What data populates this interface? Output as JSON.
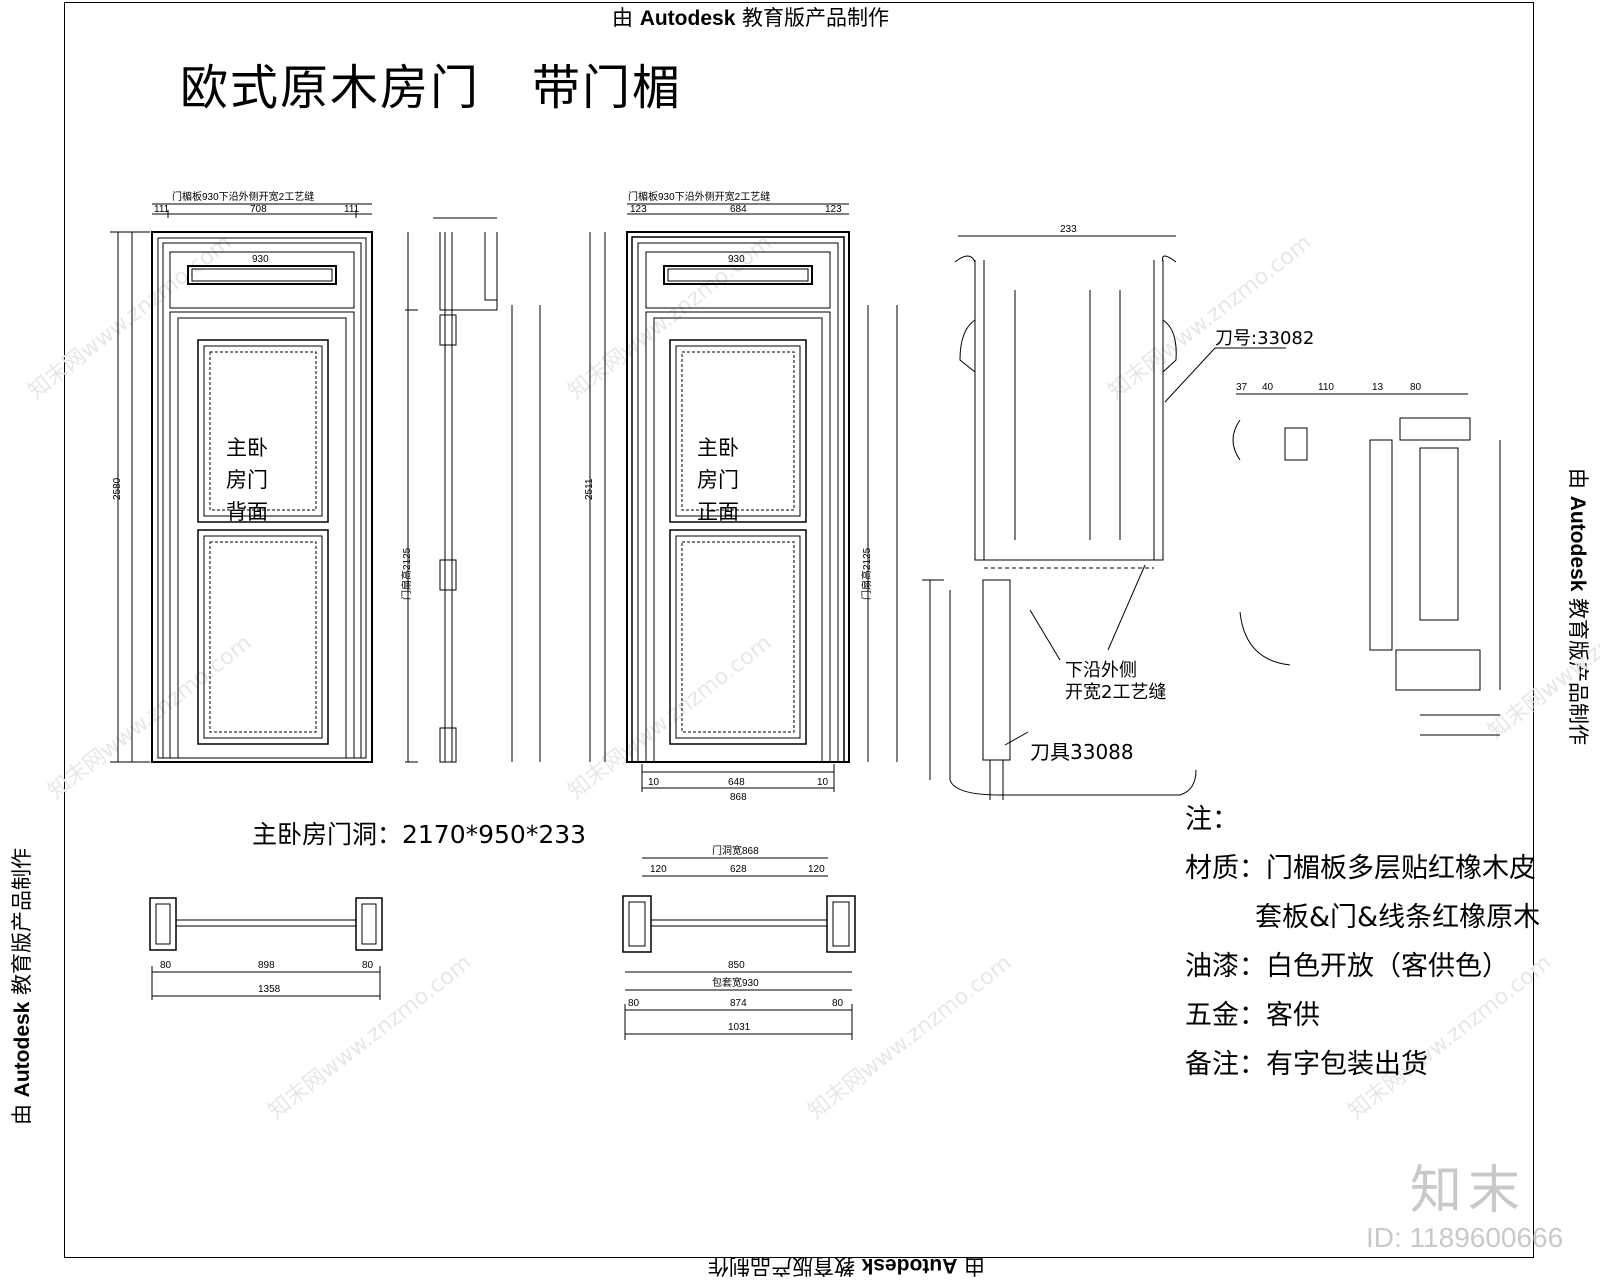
{
  "header_watermark": {
    "prefix": "由 ",
    "brand": "Autodesk",
    "suffix": " 教育版产品制作"
  },
  "title": {
    "part1": "欧式原木房门",
    "part2": "带门楣"
  },
  "panels": {
    "back_label": [
      "主卧",
      "房门",
      "背面"
    ],
    "front_label": [
      "主卧",
      "房门",
      "正面"
    ]
  },
  "opening": "主卧房门洞：2170*950*233",
  "callouts": {
    "knife_top": "刀号:33082",
    "bottom_edge": [
      "下沿外侧",
      "开宽2工艺缝"
    ],
    "knife_bottom": "刀具33088"
  },
  "notes": {
    "heading": "注：",
    "material_label": "材质：",
    "material_line1": "门楣板多层贴红橡木皮",
    "material_line2": "套板&门&线条红橡原木",
    "paint_label": "油漆：",
    "paint_value": "白色开放（客供色）",
    "hardware_label": "五金：",
    "hardware_value": "客供",
    "remark_label": "备注：",
    "remark_value": "有字包装出货"
  },
  "site_watermark": {
    "logo": "知末",
    "id": "ID: 1189600666",
    "repeat": "知末网www.znzmo.com"
  },
  "dimensions": {
    "elev_back_top": "门楣板930下沿外侧开宽2工艺缝",
    "elev_back_parts": [
      "111",
      "708",
      "111"
    ],
    "elev_front_top": "门楣板930下沿外侧开宽2工艺缝",
    "elev_front_parts": [
      "123",
      "684",
      "123"
    ],
    "inner_930": "930",
    "elev_front_bottom": [
      "10",
      "648",
      "10"
    ],
    "elev_front_bottom_total": "868",
    "section_233": "233",
    "h_2580": "2580",
    "h_2511": "2511",
    "door_height": "门扇高2125",
    "plan_back_total": "1358",
    "plan_back_mid": "898",
    "plan_back_side": "80",
    "plan_front_top": "门洞宽868",
    "plan_front_parts": [
      "120",
      "628",
      "120"
    ],
    "plan_front_mid": "850",
    "plan_front_cover": "包套宽930",
    "plan_front_bottom": [
      "80",
      "874",
      "80"
    ],
    "plan_front_total": "1031",
    "detail_top": [
      "37",
      "40",
      "110",
      "13",
      "80"
    ]
  }
}
